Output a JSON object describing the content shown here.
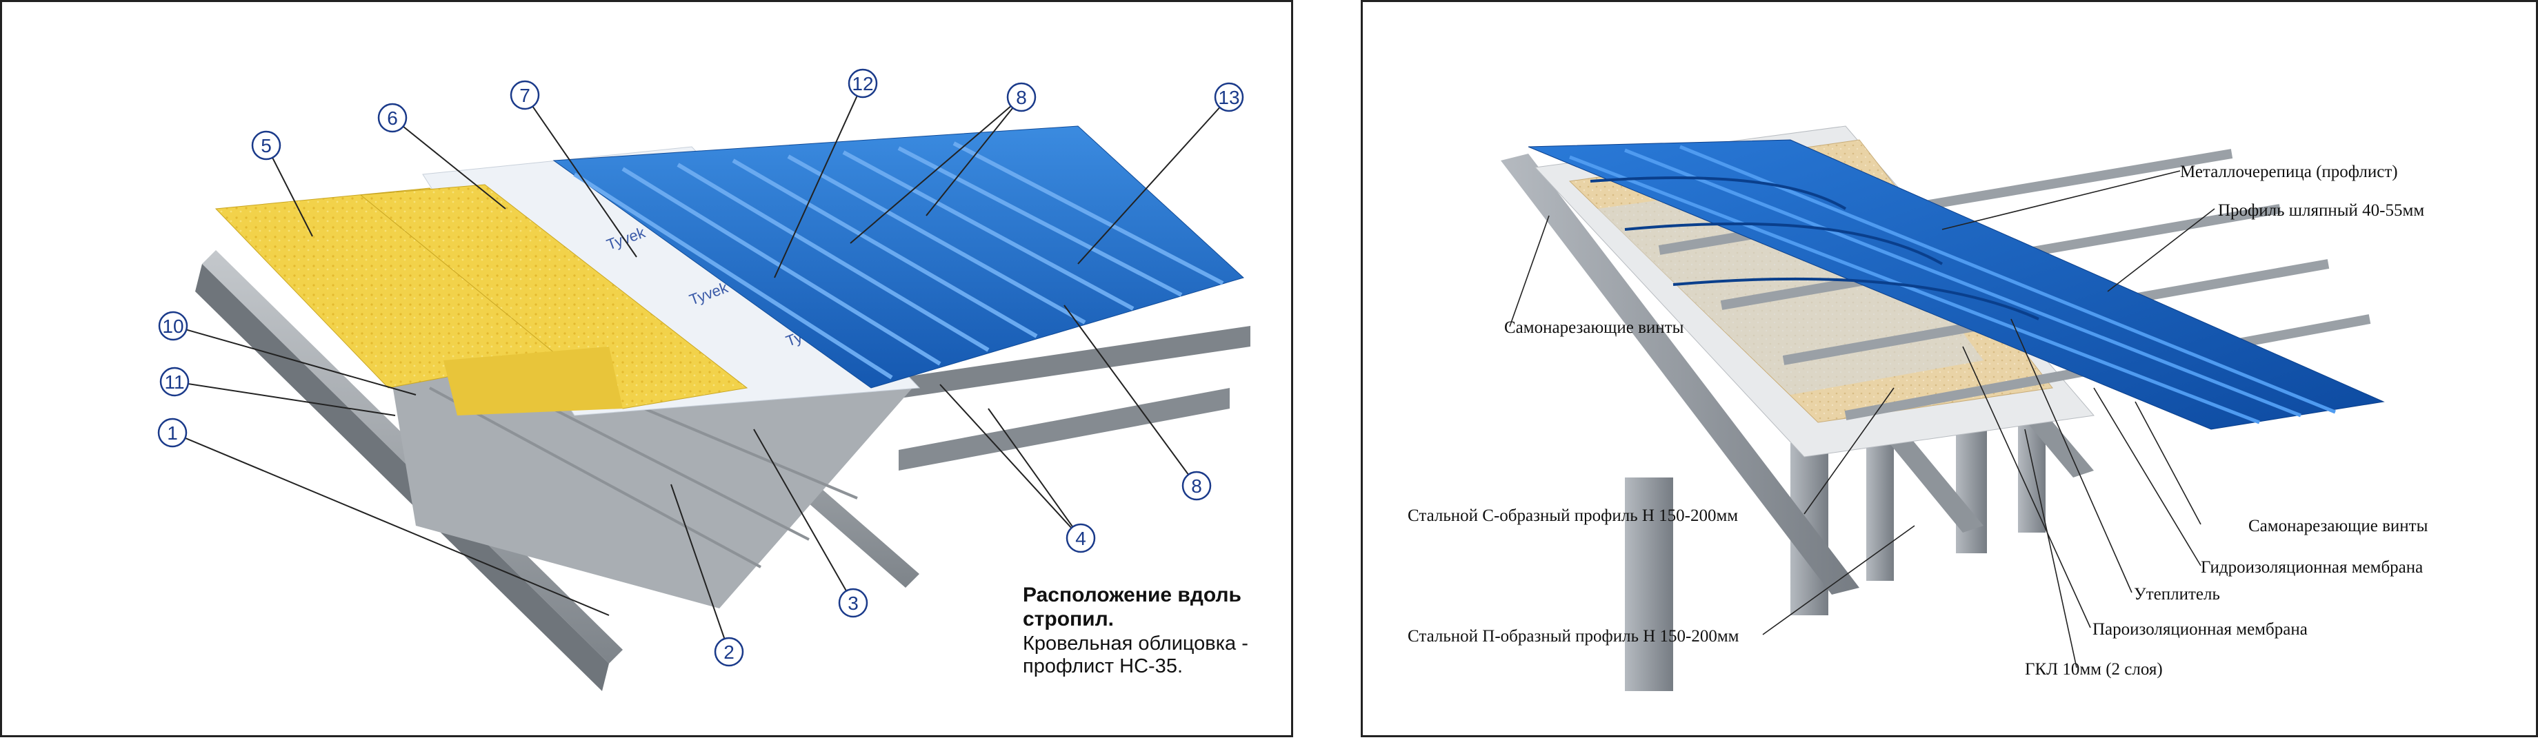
{
  "left_figure": {
    "callouts": [
      "1",
      "2",
      "3",
      "4",
      "5",
      "6",
      "7",
      "8",
      "8",
      "10",
      "11",
      "12",
      "13"
    ],
    "caption": {
      "title_line1": "Расположение вдоль",
      "title_line2": "стропил.",
      "body_line1": "Кровельная облицовка -",
      "body_line2": "профлист НС-35."
    }
  },
  "right_figure": {
    "labels": {
      "metal_tile": "Металлочерепица (профлист)",
      "hat_profile": "Профиль шляпный 40-55мм",
      "self_tapping_left": "Самонарезающие винты",
      "self_tapping_right": "Самонарезающие винты",
      "waterproof_membrane": "Гидроизоляционная мембрана",
      "insulation": "Утеплитель",
      "vapor_membrane": "Пароизоляционная мембрана",
      "gkl": "ГКЛ 10мм (2 слоя)",
      "c_profile": "Стальной С-образный профиль Н 150-200мм",
      "p_profile": "Стальной П-образный профиль Н 150-200мм"
    }
  },
  "colors": {
    "roof_blue": "#1f6fc9",
    "wool_yellow": "#f2d24a",
    "steel_gray": "#9aa0a6",
    "membrane_white": "#eef2f7",
    "callout_blue": "#1a3a8a"
  }
}
